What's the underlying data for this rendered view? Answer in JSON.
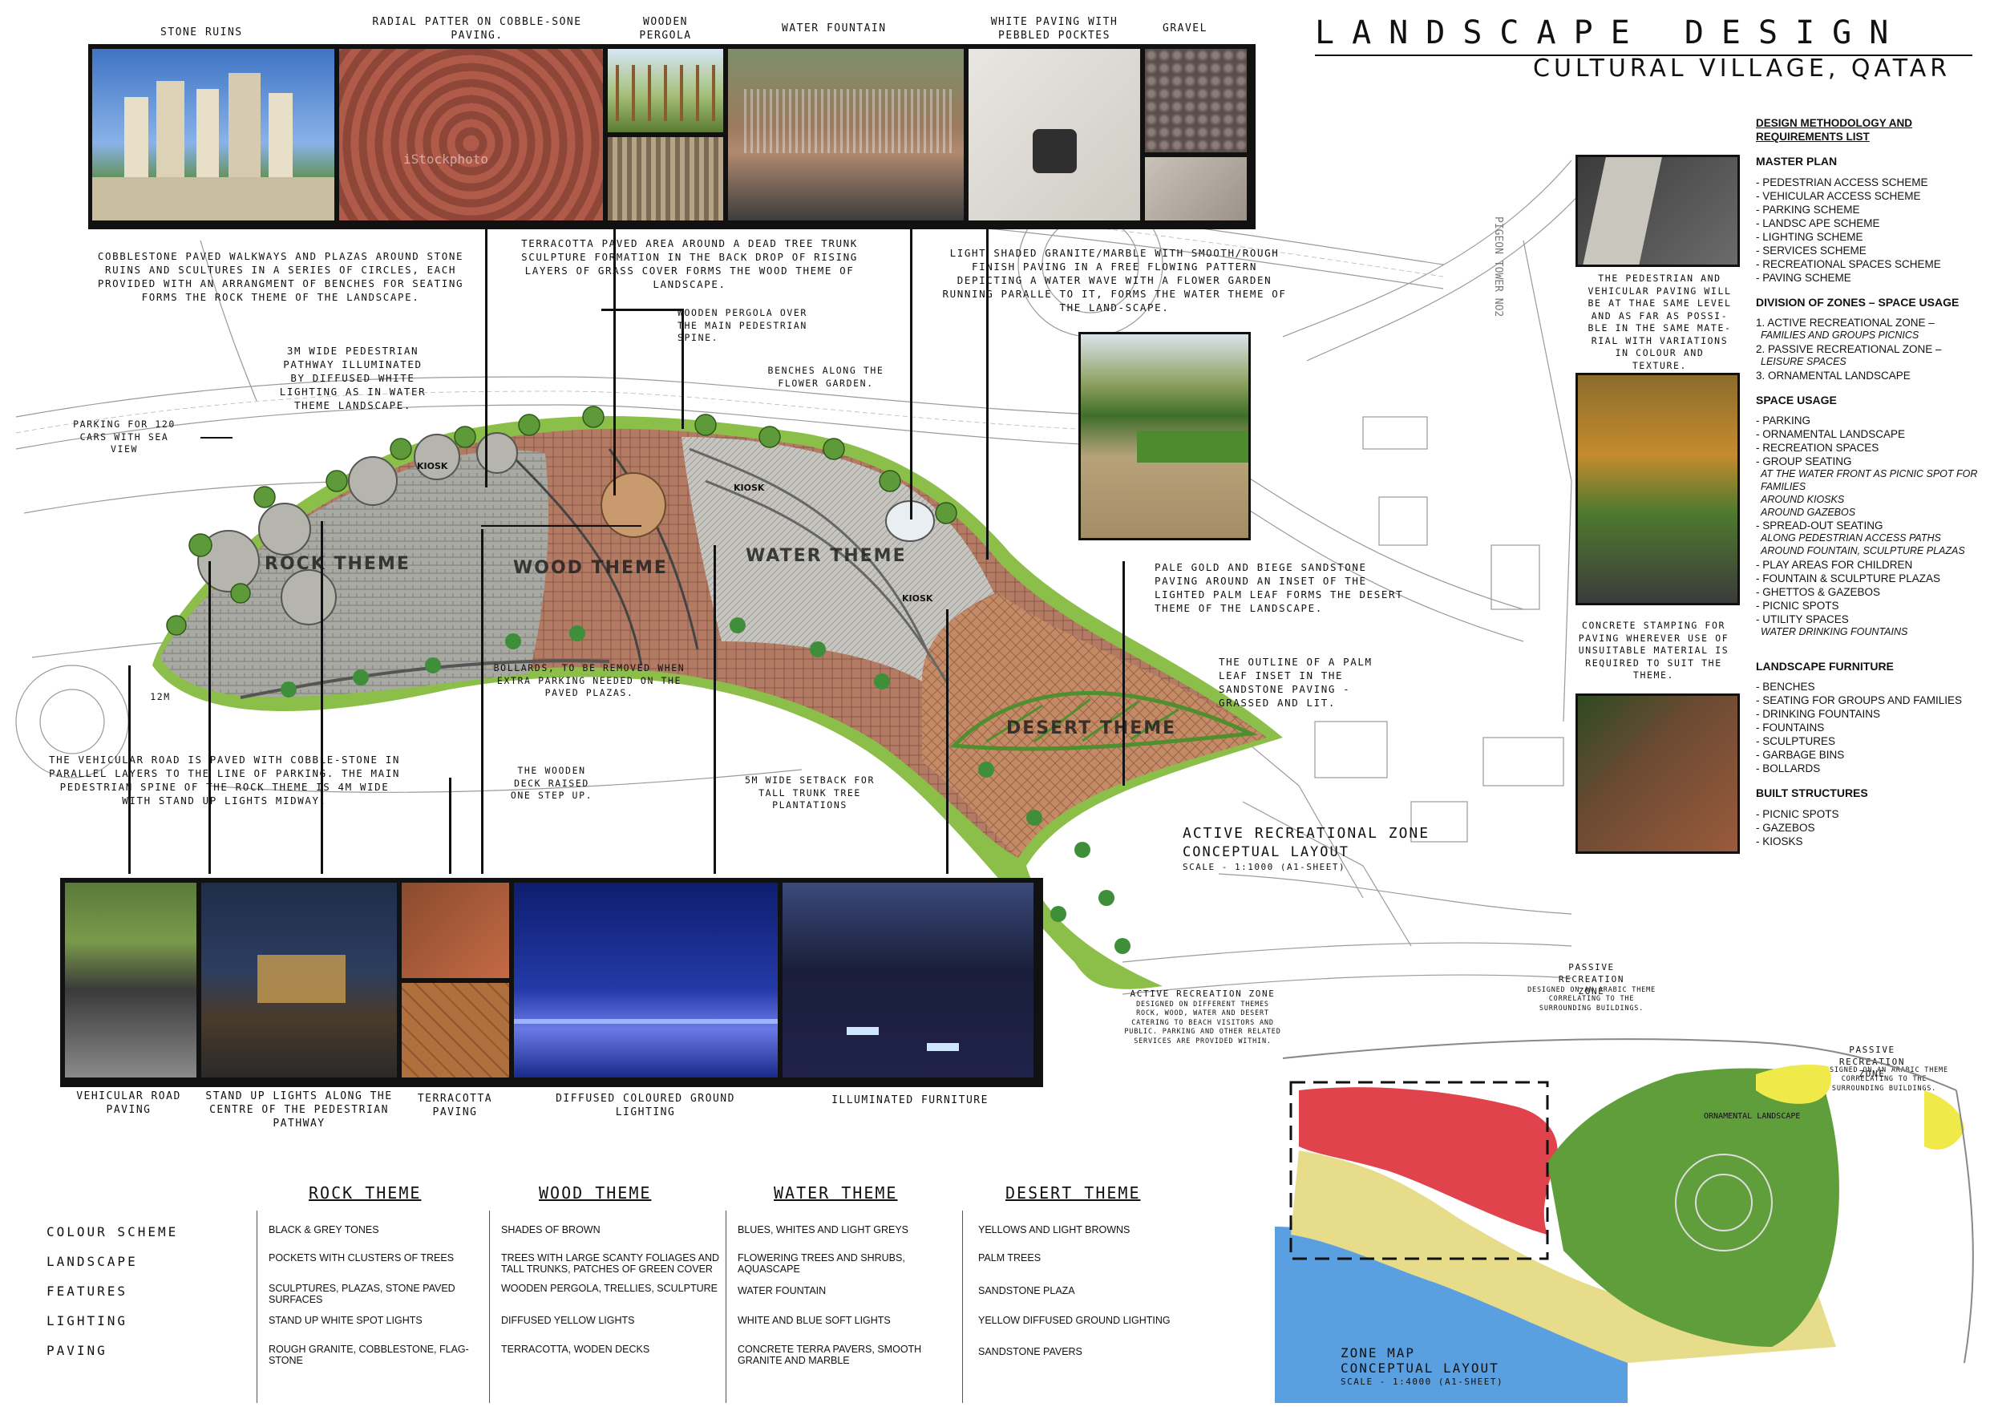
{
  "title": {
    "main": "LANDSCAPE DESIGN",
    "sub": "CULTURAL VILLAGE, QATAR"
  },
  "top_photos": [
    {
      "caption": "STONE RUINS",
      "watermark": "iStockphoto"
    },
    {
      "caption": "RADIAL PATTER ON COBBLE-SONE PAVING."
    },
    {
      "caption": "WOODEN PERGOLA"
    },
    {
      "caption": "WATER FOUNTAIN"
    },
    {
      "caption": "WHITE PAVING WITH PEBBLED POCKTES"
    },
    {
      "caption": "GRAVEL"
    }
  ],
  "notes": {
    "cobblestone": "COBBLESTONE PAVED WALKWAYS AND PLAZAS AROUND STONE RUINS AND SCULTURES IN A SERIES OF CIRCLES, EACH PROVIDED WITH AN ARRANGMENT OF BENCHES FOR SEATING FORMS THE ROCK THEME OF THE LANDSCAPE.",
    "terracotta_area": "TERRACOTTA PAVED AREA AROUND A DEAD TREE TRUNK SCULPTURE FORMATION IN THE BACK DROP OF RISING LAYERS OF GRASS COVER FORMS THE WOOD THEME OF LANDSCAPE.",
    "granite": "LIGHT SHADED GRANITE/MARBLE WITH SMOOTH/ROUGH FINISH PAVING IN A FREE FLOWING PATTERN DEPICTING A WATER WAVE WITH A FLOWER GARDEN RUNNING PARALLE TO IT, FORMS THE WATER THEME OF THE LAND-SCAPE.",
    "pedestrian_3m": "3M WIDE PEDESTRIAN PATHWAY ILLUMINATED BY DIFFUSED WHITE LIGHTING AS IN WATER THEME LANDSCAPE.",
    "pergola": "WOODEN PERGOLA OVER THE MAIN PEDESTRIAN SPINE.",
    "benches": "BENCHES ALONG THE FLOWER GARDEN.",
    "parking": "PARKING FOR 120 CARS WITH SEA VIEW",
    "sandstone": "PALE GOLD AND BIEGE SANDSTONE PAVING AROUND AN INSET OF THE LIGHTED PALM LEAF FORMS THE DESERT THEME OF THE LANDSCAPE.",
    "palm_leaf": "THE OUTLINE OF A PALM LEAF INSET IN THE SANDSTONE PAVING - GRASSED AND LIT.",
    "bollards": "BOLLARDS, TO BE REMOVED WHEN EXTRA PARKING NEEDED ON THE PAVED PLAZAS.",
    "wooden_deck": "THE WOODEN DECK RAISED ONE STEP UP.",
    "setback": "5M WIDE SETBACK FOR TALL TRUNK TREE PLANTATIONS",
    "vehicular": "THE VEHICULAR ROAD IS PAVED WITH COBBLE-STONE IN PARALLEL LAYERS TO THE LINE OF PARKING. THE MAIN PEDESTRIAN SPINE OF THE ROCK THEME IS 4M WIDE WITH STAND UP LIGHTS MIDWAY.",
    "dim_12m": "12M",
    "pedestrian_level": "THE PEDESTRIAN AND VEHICULAR PAVING WILL BE AT THAE SAME LEVEL AND AS FAR AS POSSI-BLE IN THE SAME MATE-RIAL WITH VARIATIONS IN COLOUR AND TEXTURE.",
    "concrete": "CONCRETE STAMPING FOR PAVING WHEREVER USE OF UNSUITABLE MATERIAL IS REQUIRED TO SUIT THE THEME."
  },
  "plan": {
    "themes": [
      "ROCK THEME",
      "WOOD THEME",
      "WATER THEME",
      "DESERT THEME"
    ],
    "kiosk": "KIOSK",
    "tower": "PIGEON TOWER NO2",
    "title": "ACTIVE RECREATIONAL ZONE",
    "subtitle": "CONCEPTUAL LAYOUT",
    "scale": "SCALE - 1:1000 (A1-SHEET)"
  },
  "bottom_photos": [
    {
      "caption": "VEHICULAR ROAD PAVING"
    },
    {
      "caption": "STAND UP LIGHTS ALONG THE CENTRE OF THE PEDESTRIAN PATHWAY"
    },
    {
      "caption": "TERRACOTTA PAVING"
    },
    {
      "caption": "DIFFUSED COLOURED GROUND LIGHTING"
    },
    {
      "caption": "ILLUMINATED FURNITURE"
    }
  ],
  "methodology": {
    "heading": "DESIGN METHODOLOGY AND REQUIREMENTS LIST",
    "master_plan": {
      "title": "MASTER PLAN",
      "items": [
        "- PEDESTRIAN ACCESS SCHEME",
        "- VEHICULAR ACCESS SCHEME",
        "- PARKING SCHEME",
        "- LANDSC APE SCHEME",
        "- LIGHTING SCHEME",
        "- SERVICES SCHEME",
        "- RECREATIONAL SPACES SCHEME",
        "- PAVING SCHEME"
      ]
    },
    "zones": {
      "title": "DIVISION OF ZONES – SPACE USAGE",
      "items": [
        "1. ACTIVE RECREATIONAL ZONE –",
        "FAMILIES AND GROUPS PICNICS",
        "2. PASSIVE RECREATIONAL ZONE –",
        "LEISURE SPACES",
        "3. ORNAMENTAL LANDSCAPE"
      ]
    },
    "space_usage": {
      "title": "SPACE USAGE",
      "items": [
        "- PARKING",
        "- ORNAMENTAL LANDSCAPE",
        "- RECREATION SPACES",
        "- GROUP SEATING",
        "AT THE WATER FRONT AS PICNIC SPOT FOR FAMILIES",
        "AROUND KIOSKS",
        "AROUND GAZEBOS",
        "- SPREAD-OUT SEATING",
        "ALONG PEDESTRIAN ACCESS PATHS",
        "AROUND FOUNTAIN, SCULPTURE PLAZAS",
        "- PLAY AREAS FOR CHILDREN",
        "- FOUNTAIN & SCULPTURE PLAZAS",
        "- GHETTOS & GAZEBOS",
        "- PICNIC SPOTS",
        "- UTILITY SPACES",
        "WATER DRINKING FOUNTAINS"
      ]
    },
    "furniture": {
      "title": "LANDSCAPE FURNITURE",
      "items": [
        "- BENCHES",
        "- SEATING FOR GROUPS AND FAMILIES",
        "- DRINKING FOUNTAINS",
        "- FOUNTAINS",
        "- SCULPTURES",
        "- GARBAGE BINS",
        "- BOLLARDS"
      ]
    },
    "built": {
      "title": "BUILT STRUCTURES",
      "items": [
        "- PICNIC SPOTS",
        "- GAZEBOS",
        "- KIOSKS"
      ]
    }
  },
  "zone_map": {
    "active_title": "ACTIVE RECREATION ZONE",
    "active_desc": "DESIGNED ON DIFFERENT THEMES ROCK, WOOD, WATER AND DESERT CATERING TO BEACH VISITORS AND PUBLIC. PARKING AND OTHER RELATED SERVICES ARE PROVIDED WITHIN.",
    "passive_title": "PASSIVE RECREATION ZONE",
    "passive_desc": "DESIGNED ON AN ARABIC THEME CORRELATING TO THE SURROUNDING BUILDINGS.",
    "ornamental": "ORNAMENTAL LANDSCAPE",
    "title": "ZONE MAP",
    "subtitle": "CONCEPTUAL LAYOUT",
    "scale": "SCALE - 1:4000 (A1-SHEET)",
    "colors": {
      "active": "#e0434c",
      "passive": "#5f9e3a",
      "ornamental": "#f0e94a",
      "sea": "#5a9fe0",
      "beach": "#e6dc8a"
    }
  },
  "table": {
    "headers": [
      "ROCK THEME",
      "WOOD THEME",
      "WATER THEME",
      "DESERT THEME"
    ],
    "rows": [
      {
        "label": "COLOUR SCHEME",
        "cells": [
          "BLACK & GREY TONES",
          "SHADES OF BROWN",
          "BLUES, WHITES AND LIGHT GREYS",
          "YELLOWS AND LIGHT BROWNS"
        ]
      },
      {
        "label": "LANDSCAPE",
        "cells": [
          "POCKETS WITH CLUSTERS OF TREES",
          "TREES WITH LARGE SCANTY FOLIAGES AND TALL TRUNKS, PATCHES OF GREEN COVER",
          "FLOWERING TREES AND SHRUBS, AQUASCAPE",
          "PALM TREES"
        ]
      },
      {
        "label": "FEATURES",
        "cells": [
          "SCULPTURES, PLAZAS, STONE PAVED SURFACES",
          "WOODEN PERGOLA, TRELLIES, SCULPTURE",
          "WATER FOUNTAIN",
          "SANDSTONE PLAZA"
        ]
      },
      {
        "label": "LIGHTING",
        "cells": [
          "STAND UP WHITE SPOT LIGHTS",
          "DIFFUSED YELLOW LIGHTS",
          "WHITE AND BLUE SOFT LIGHTS",
          "YELLOW DIFFUSED GROUND LIGHTING"
        ]
      },
      {
        "label": "PAVING",
        "cells": [
          "ROUGH GRANITE, COBBLESTONE, FLAG-STONE",
          "TERRACOTTA, WODEN DECKS",
          "CONCRETE TERRA PAVERS, SMOOTH GRANITE AND MARBLE",
          "SANDSTONE PAVERS"
        ]
      }
    ]
  }
}
